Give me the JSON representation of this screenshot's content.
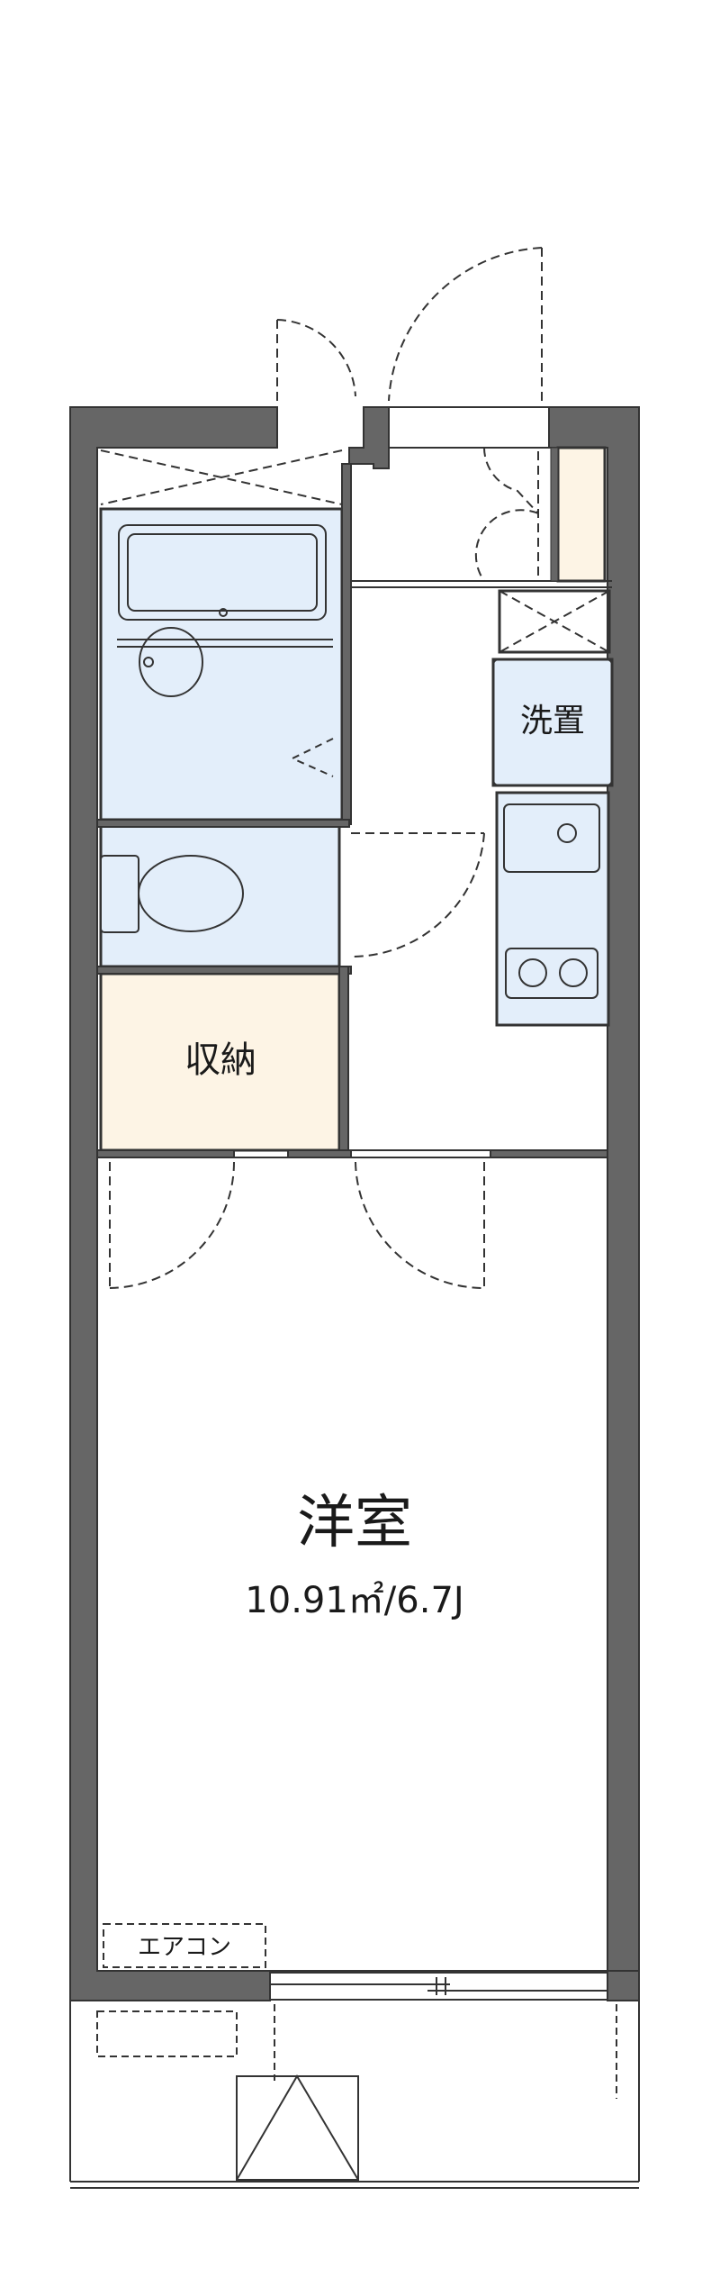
{
  "rooms": {
    "western_room": {
      "name": "洋室",
      "area": "10.91㎡/6.7J"
    },
    "storage": {
      "name": "収納"
    },
    "washer": {
      "name": "洗置"
    }
  },
  "aircon": {
    "label": "エアコン"
  },
  "colors": {
    "wall": "#666666",
    "wet_area": "#e3eefa",
    "storage_fill": "#fdf4e5",
    "outline": "#333333"
  }
}
